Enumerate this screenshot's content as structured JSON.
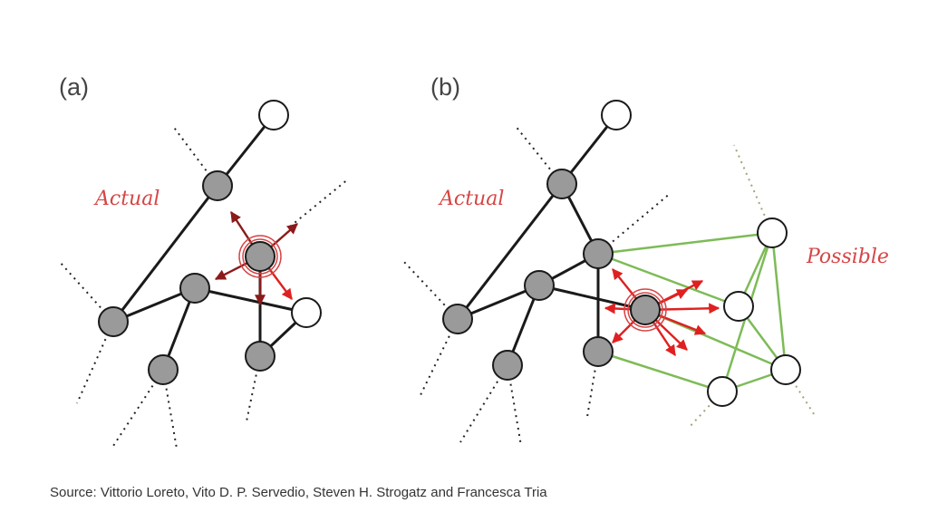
{
  "figure": {
    "panel_a_label": "(a)",
    "panel_b_label": "(b)",
    "actual_label_a": "Actual",
    "actual_label_b": "Actual",
    "possible_label": "Possible",
    "source": "Source: Vittorio Loreto, Vito D. P. Servedio, Steven H. Strogatz and Francesca Tria"
  },
  "colors": {
    "node_actual_fill": "#9a9a9a",
    "node_possible_fill": "#ffffff",
    "edge_actual": "#1a1a1a",
    "edge_possible": "#7dbb57",
    "arrow_dark": "#8b1a1a",
    "arrow_bright": "#e02020",
    "label_red": "#d64545"
  }
}
